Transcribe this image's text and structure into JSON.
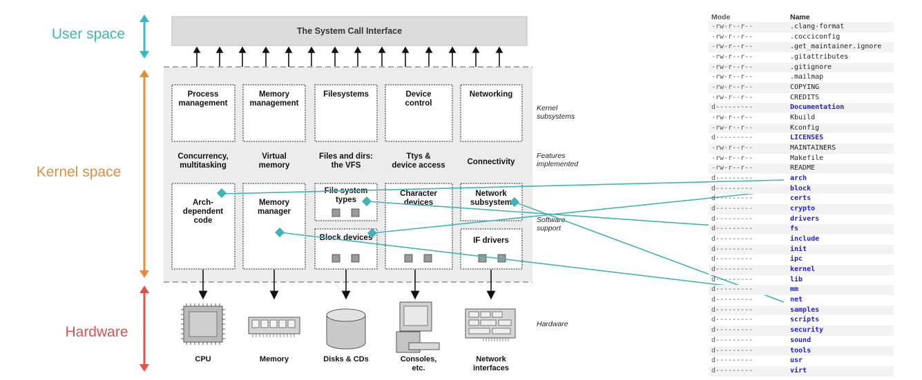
{
  "zones": {
    "user": "User space",
    "kernel": "Kernel space",
    "hardware": "Hardware"
  },
  "colors": {
    "user": "#3ab7c2",
    "kernel": "#e08e3c",
    "hardware": "#d9534f",
    "links": "#3fb3b7",
    "directories": "#1f1fd6"
  },
  "syscall_interface": "The System Call Interface",
  "subsystems": [
    {
      "label": [
        "Process",
        "management"
      ],
      "feature": [
        "Concurrency,",
        "multitasking"
      ]
    },
    {
      "label": [
        "Memory",
        "management"
      ],
      "feature": [
        "Virtual",
        "memory"
      ]
    },
    {
      "label": [
        "Filesystems"
      ],
      "feature": [
        "Files and dirs:",
        "the VFS"
      ]
    },
    {
      "label": [
        "Device",
        "control"
      ],
      "feature": [
        "Ttys &",
        "device access"
      ]
    },
    {
      "label": [
        "Networking"
      ],
      "feature": [
        "Connectivity"
      ]
    }
  ],
  "software_support": {
    "arch": [
      "Arch-",
      "dependent",
      "code"
    ],
    "memory_manager": [
      "Memory",
      "manager"
    ],
    "fs_types": [
      "File system",
      "types"
    ],
    "block_devices": [
      "Block devices"
    ],
    "char_devices": [
      "Character",
      "devices"
    ],
    "network_subsystem": [
      "Network",
      "subsystem"
    ],
    "if_drivers": [
      "IF drivers"
    ]
  },
  "side_labels": {
    "kernel_subsystems": [
      "Kernel",
      "subsystems"
    ],
    "features": [
      "Features",
      "implemented"
    ],
    "software_support": [
      "Software",
      "support"
    ],
    "hardware": [
      "Hardware"
    ]
  },
  "hardware_items": [
    {
      "label": [
        "CPU"
      ],
      "icon": "cpu-chip-icon"
    },
    {
      "label": [
        "Memory"
      ],
      "icon": "memory-module-icon"
    },
    {
      "label": [
        "Disks & CDs"
      ],
      "icon": "disk-cylinder-icon"
    },
    {
      "label": [
        "Consoles,",
        "etc."
      ],
      "icon": "console-terminal-icon"
    },
    {
      "label": [
        "Network",
        "interfaces"
      ],
      "icon": "network-card-icon"
    }
  ],
  "listing": {
    "headers": {
      "mode": "Mode",
      "name": "Name"
    },
    "rows": [
      {
        "mode": "-rw-r--r--",
        "name": ".clang-format",
        "dir": false
      },
      {
        "mode": "-rw-r--r--",
        "name": ".cocciconfig",
        "dir": false
      },
      {
        "mode": "-rw-r--r--",
        "name": ".get_maintainer.ignore",
        "dir": false
      },
      {
        "mode": "-rw-r--r--",
        "name": ".gitattributes",
        "dir": false
      },
      {
        "mode": "-rw-r--r--",
        "name": ".gitignore",
        "dir": false
      },
      {
        "mode": "-rw-r--r--",
        "name": ".mailmap",
        "dir": false
      },
      {
        "mode": "-rw-r--r--",
        "name": "COPYING",
        "dir": false
      },
      {
        "mode": "-rw-r--r--",
        "name": "CREDITS",
        "dir": false
      },
      {
        "mode": "d---------",
        "name": "Documentation",
        "dir": true
      },
      {
        "mode": "-rw-r--r--",
        "name": "Kbuild",
        "dir": false
      },
      {
        "mode": "-rw-r--r--",
        "name": "Kconfig",
        "dir": false
      },
      {
        "mode": "d---------",
        "name": "LICENSES",
        "dir": true
      },
      {
        "mode": "-rw-r--r--",
        "name": "MAINTAINERS",
        "dir": false
      },
      {
        "mode": "-rw-r--r--",
        "name": "Makefile",
        "dir": false
      },
      {
        "mode": "-rw-r--r--",
        "name": "README",
        "dir": false
      },
      {
        "mode": "d---------",
        "name": "arch",
        "dir": true
      },
      {
        "mode": "d---------",
        "name": "block",
        "dir": true
      },
      {
        "mode": "d---------",
        "name": "certs",
        "dir": true
      },
      {
        "mode": "d---------",
        "name": "crypto",
        "dir": true
      },
      {
        "mode": "d---------",
        "name": "drivers",
        "dir": true
      },
      {
        "mode": "d---------",
        "name": "fs",
        "dir": true
      },
      {
        "mode": "d---------",
        "name": "include",
        "dir": true
      },
      {
        "mode": "d---------",
        "name": "init",
        "dir": true
      },
      {
        "mode": "d---------",
        "name": "ipc",
        "dir": true
      },
      {
        "mode": "d---------",
        "name": "kernel",
        "dir": true
      },
      {
        "mode": "d---------",
        "name": "lib",
        "dir": true
      },
      {
        "mode": "d---------",
        "name": "mm",
        "dir": true
      },
      {
        "mode": "d---------",
        "name": "net",
        "dir": true
      },
      {
        "mode": "d---------",
        "name": "samples",
        "dir": true
      },
      {
        "mode": "d---------",
        "name": "scripts",
        "dir": true
      },
      {
        "mode": "d---------",
        "name": "security",
        "dir": true
      },
      {
        "mode": "d---------",
        "name": "sound",
        "dir": true
      },
      {
        "mode": "d---------",
        "name": "tools",
        "dir": true
      },
      {
        "mode": "d---------",
        "name": "usr",
        "dir": true
      },
      {
        "mode": "d---------",
        "name": "virt",
        "dir": true
      }
    ]
  }
}
